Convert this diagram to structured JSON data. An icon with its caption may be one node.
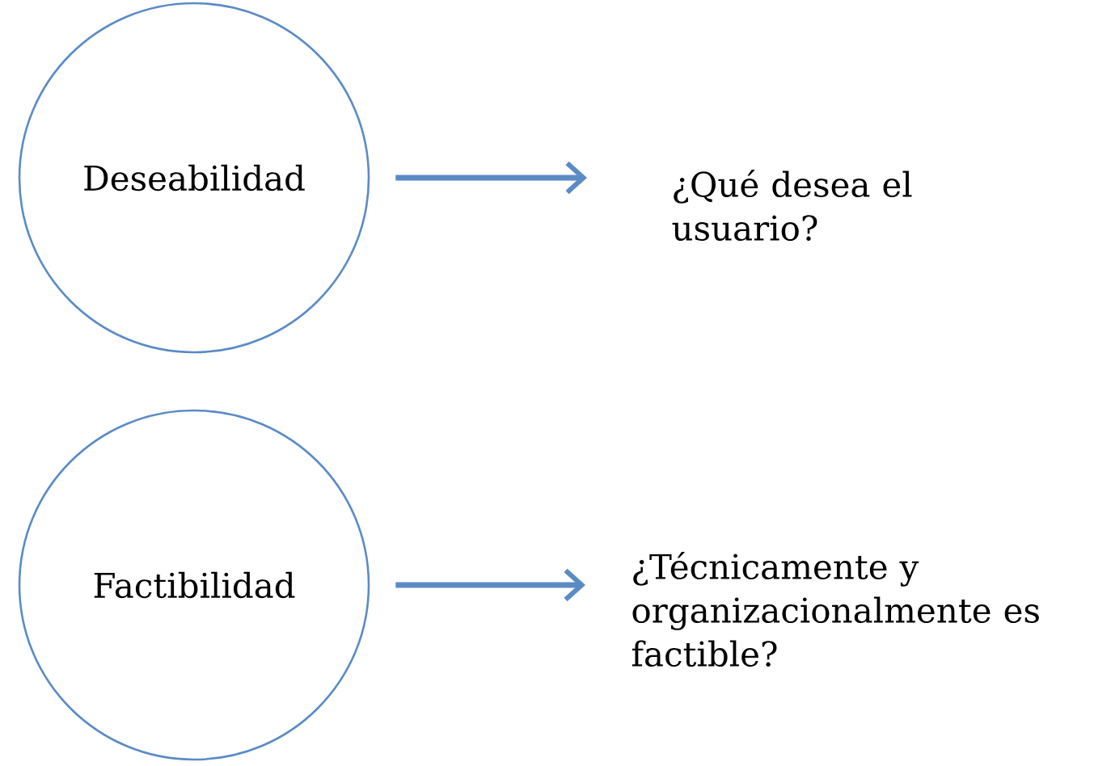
{
  "diagram": {
    "nodes": [
      {
        "text": [
          "Deseabilidad"
        ]
      },
      {
        "text": [
          "¿Qué desea el usuario?"
        ]
      },
      {
        "text": [
          "Factibilidad"
        ]
      },
      {
        "text": [
          "¿Técnicamente y organizacionalmente es factible?"
        ]
      }
    ],
    "edges": [
      {
        "from": 0,
        "to": 1,
        "arrow": "to"
      },
      {
        "from": 2,
        "to": 3,
        "arrow": "to"
      }
    ]
  }
}
